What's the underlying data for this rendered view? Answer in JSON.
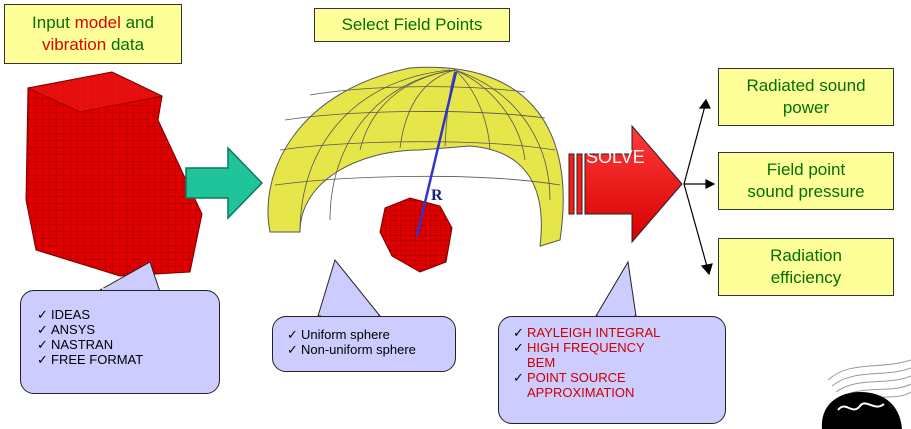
{
  "input_box": {
    "line1_a": "Input ",
    "line1_b": "model",
    "line1_c": " and",
    "line2_a": "vibration",
    "line2_b": " data"
  },
  "select_box": {
    "label": "Select Field Points"
  },
  "outputs": [
    {
      "line1": "Radiated sound",
      "line2": "power"
    },
    {
      "line1": "Field point",
      "line2": "sound pressure"
    },
    {
      "line1": "Radiation",
      "line2": "efficiency"
    }
  ],
  "solve_label": "SOLVE",
  "radius_label": "R",
  "formats": [
    "IDEAS",
    "ANSYS",
    "NASTRAN",
    "FREE FORMAT"
  ],
  "sphere_types": [
    "Uniform sphere",
    "Non-uniform sphere"
  ],
  "methods": [
    {
      "line1": "RAYLEIGH INTEGRAL",
      "line2": ""
    },
    {
      "line1": "HIGH FREQUENCY",
      "line2": "BEM"
    },
    {
      "line1": "POINT SOURCE",
      "line2": "APPROXIMATION"
    }
  ],
  "check_mark": "✓",
  "colors": {
    "label_box": "#ffff99",
    "label_text_green": "#007000",
    "label_text_red": "#e00000",
    "bubble": "#ccccff",
    "model_red": "#e00000",
    "sphere_yellow": "#e6e64a",
    "arrow_teal": "#1fc49a",
    "radius_blue": "#3333cc"
  }
}
